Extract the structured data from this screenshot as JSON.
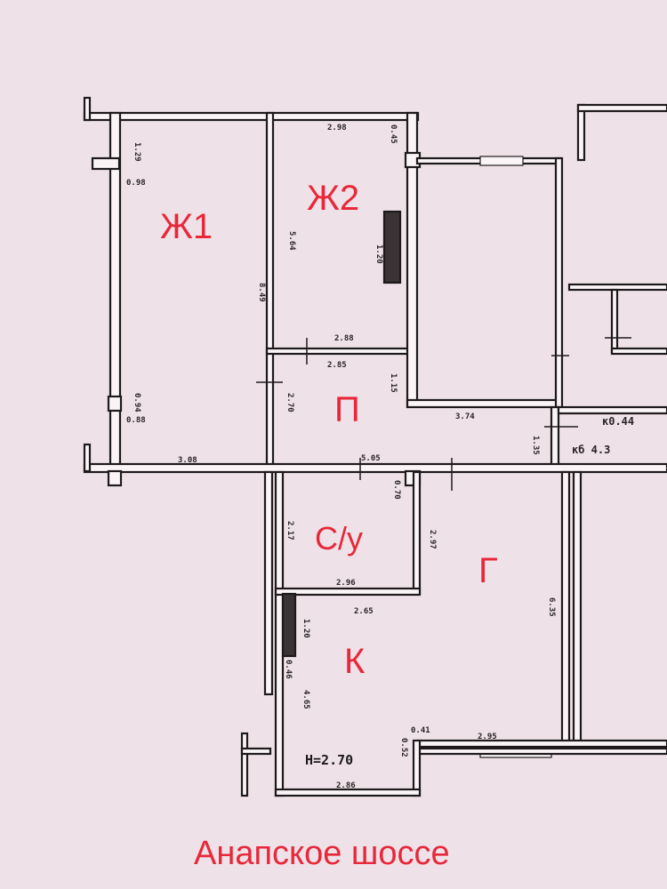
{
  "rooms": {
    "zh1": "Ж1",
    "zh2": "Ж2",
    "p": "П",
    "su": "С/у",
    "g": "Г",
    "k": "К"
  },
  "dimensions": {
    "zh1_width": "3.08",
    "zh1_length": "8.49",
    "zh1_side_top": "1.29",
    "zh1_side_a": "0.98",
    "zh1_side_b": "0.94",
    "zh1_side_c": "0.88",
    "zh2_top": "2.98",
    "zh2_bottom": "2.88",
    "zh2_length": "5.64",
    "zh2_radiator": "1.20",
    "zh2_radiator_b": "0.45",
    "p_top": "2.85",
    "p_height": "2.70",
    "p_side": "1.15",
    "p_long": "5.05",
    "corridor_len": "3.74",
    "corridor_w": "1.35",
    "ko44": "к0.44",
    "kb43": "кб 4.3",
    "su_height": "2.17",
    "su_width": "2.96",
    "su_corner": "0.70",
    "g_side": "2.97",
    "g_height": "6.35",
    "g_bottom": "2.95",
    "k_top": "2.65",
    "k_radiator": "1.20",
    "k_radiator_b": "0.46",
    "k_length": "4.65",
    "k_bottom": "2.86",
    "k_corner_a": "0.41",
    "k_corner_b": "0.52",
    "ceiling_height": "H=2.70"
  },
  "street": "Анапское шоссе",
  "colors": {
    "label": "#e8283a",
    "wall": "#1e1a1c",
    "paper": "#eee2e8"
  }
}
